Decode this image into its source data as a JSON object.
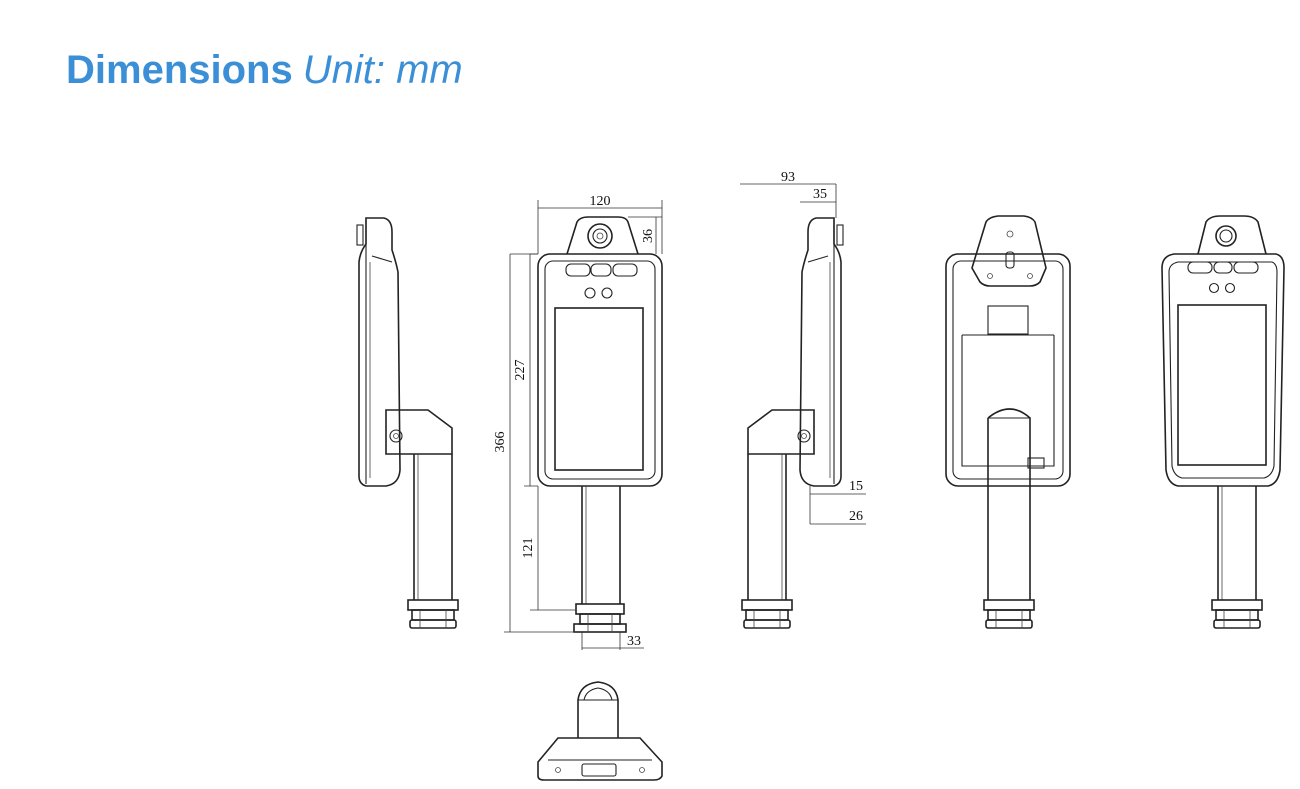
{
  "title": {
    "main": "Dimensions",
    "unit": "Unit: mm"
  },
  "dimensions": {
    "width_120": "120",
    "camera_36": "36",
    "screen_227": "227",
    "total_366": "366",
    "pole_121": "121",
    "base_33": "33",
    "depth_93": "93",
    "depth_35": "35",
    "bottom_15": "15",
    "bottom_26": "26"
  },
  "colors": {
    "title": "#3b8fd6",
    "line": "#222222",
    "background": "#ffffff"
  }
}
